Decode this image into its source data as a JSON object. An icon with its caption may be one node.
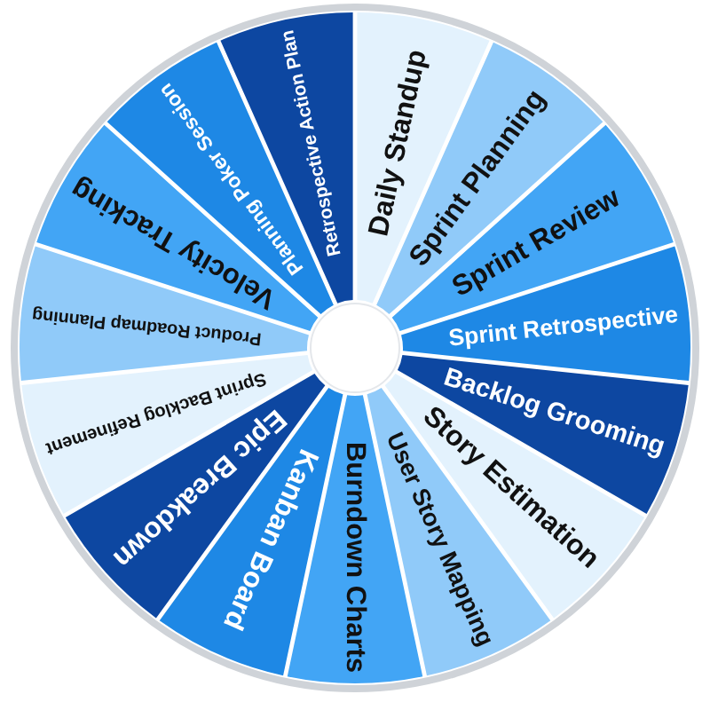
{
  "diagram": {
    "nodes": [
      {
        "text": [
          "Daily Standup"
        ]
      },
      {
        "text": [
          "Sprint Planning"
        ]
      },
      {
        "text": [
          "Sprint Review"
        ]
      },
      {
        "text": [
          "Sprint Retrospective"
        ]
      },
      {
        "text": [
          "Backlog Grooming"
        ]
      },
      {
        "text": [
          "Story Estimation"
        ]
      },
      {
        "text": [
          "User Story Mapping"
        ]
      },
      {
        "text": [
          "Burndown Charts"
        ]
      },
      {
        "text": [
          "Kanban Board"
        ]
      },
      {
        "text": [
          "Epic Breakdown"
        ]
      },
      {
        "text": [
          "Sprint Backlog Refinement"
        ]
      },
      {
        "text": [
          "Product Roadmap Planning"
        ]
      },
      {
        "text": [
          "Velocity Tracking"
        ]
      },
      {
        "text": [
          "Planning Poker Session"
        ]
      },
      {
        "text": [
          "Retrospective Action Plan"
        ]
      },
      {
        "text": [],
        "shape": "circle"
      }
    ]
  }
}
